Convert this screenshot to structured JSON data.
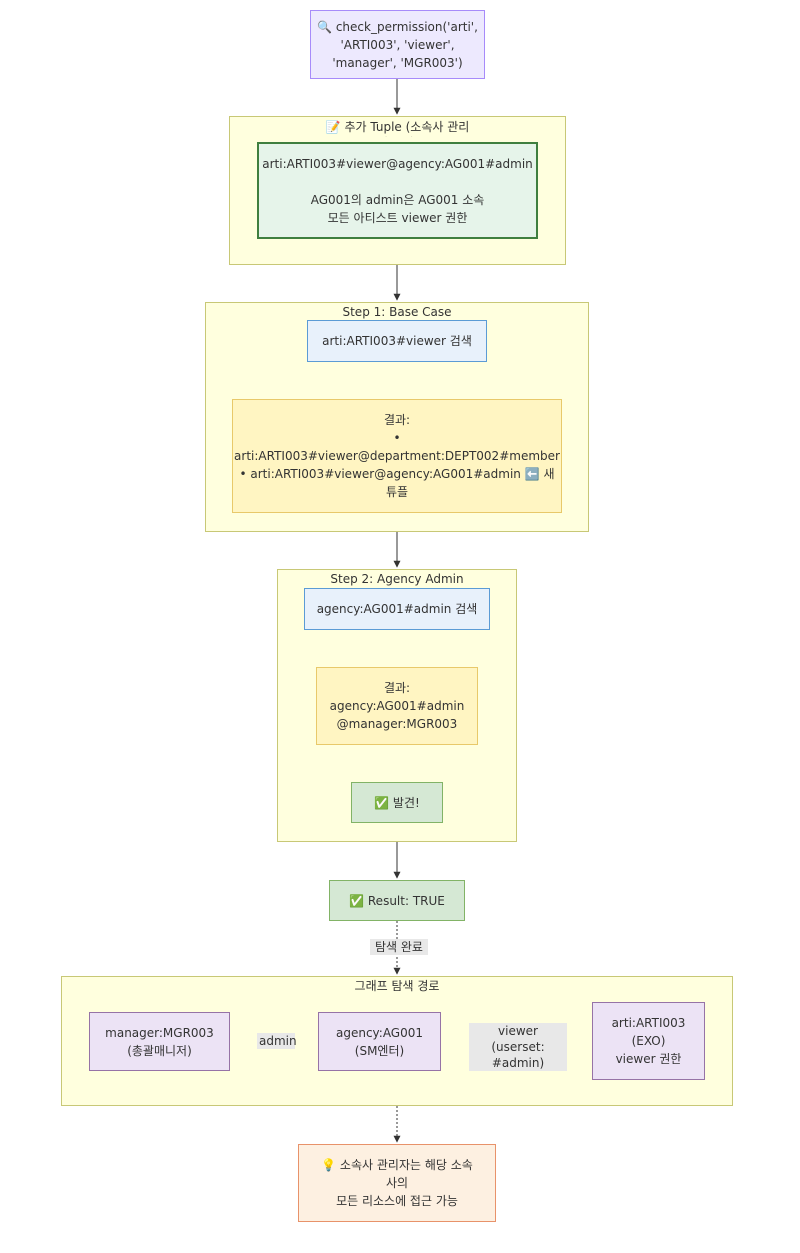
{
  "nodes": {
    "check": "🔍 check_permission('arti',\n'ARTI003', 'viewer',\n'manager', 'MGR003')",
    "tuple": "arti:ARTI003#viewer@agency:AG001#admin\n\nAG001의 admin은 AG001 소속\n모든 아티스트 viewer 권한",
    "step1_search": "arti:ARTI003#viewer 검색",
    "step1_result": "결과:\n•\narti:ARTI003#viewer@department:DEPT002#member\n• arti:ARTI003#viewer@agency:AG001#admin ⬅️ 새\n튜플",
    "step2_search": "agency:AG001#admin 검색",
    "step2_result": "결과:\nagency:AG001#admin\n@manager:MGR003",
    "found": "✅ 발견!",
    "result": "✅ Result: TRUE",
    "manager": "manager:MGR003\n(총괄매니저)",
    "agency": "agency:AG001\n(SM엔터)",
    "artist": "arti:ARTI003\n(EXO)\nviewer 권한",
    "insight": "💡 소속사 관리자는 해당 소속\n사의\n모든 리소스에 접근 가능"
  },
  "clusters": {
    "tuple_title": "📝 추가 Tuple (소속사 관리\n자 전체 조회 권한)",
    "step1_title": "Step 1: Base Case",
    "step2_title": "Step 2: Agency Admin",
    "graph_title": "그래프 탐색 경로"
  },
  "edge_labels": {
    "search_done": "탐색 완료",
    "admin": "admin",
    "viewer": "viewer\n(userset: #admin)"
  },
  "colors": {
    "line": "#333333",
    "cluster_fill": "#ffffde",
    "cluster_border": "#c8c876"
  }
}
